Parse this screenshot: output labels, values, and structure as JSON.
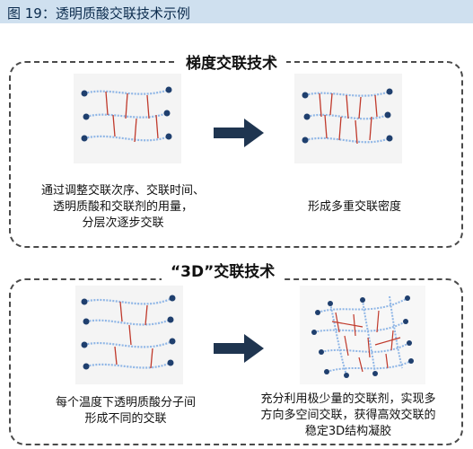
{
  "figure_title": "图 19：透明质酸交联技术示例",
  "sections": [
    {
      "title": "梯度交联技术",
      "left_caption_lines": [
        "通过调整交联次序、交联时间、",
        "透明质酸和交联剂的用量，",
        "分层次逐步交联"
      ],
      "right_caption": "形成多重交联密度"
    },
    {
      "title": "“3D”交联技术",
      "left_caption_lines": [
        "每个温度下透明质酸分子间",
        "形成不同的交联"
      ],
      "right_caption_lines": [
        "充分利用极少量的交联剂，实现多",
        "方向多空间交联，获得高效交联的",
        "稳定3D结构凝胶"
      ]
    }
  ],
  "colors": {
    "header_bg": "#cfe0ef",
    "arrow": "#1f3550",
    "chain": "#8fb6e6",
    "crosslink": "#c0392b",
    "node": "#1f3f6e"
  }
}
